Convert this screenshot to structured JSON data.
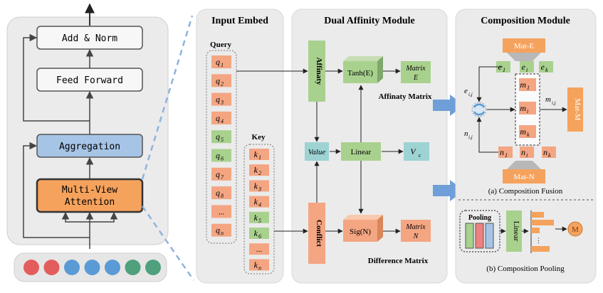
{
  "transformer": {
    "blocks": {
      "add_norm": "Add & Norm",
      "feed_forward": "Feed Forward",
      "aggregation": "Aggregation",
      "mva_line1": "Multi-View",
      "mva_line2": "Attention"
    },
    "token_colors": [
      "#e35d5d",
      "#e35d5d",
      "#5b9bd5",
      "#5b9bd5",
      "#5b9bd5",
      "#4fa07c",
      "#4fa07c"
    ]
  },
  "input_embed": {
    "title": "Input Embed",
    "query_label": "Query",
    "query": [
      {
        "base": "q",
        "sub": "1",
        "color": "orange"
      },
      {
        "base": "q",
        "sub": "2",
        "color": "orange"
      },
      {
        "base": "q",
        "sub": "3",
        "color": "orange"
      },
      {
        "base": "q",
        "sub": "4",
        "color": "orange"
      },
      {
        "base": "q",
        "sub": "5",
        "color": "green"
      },
      {
        "base": "q",
        "sub": "6",
        "color": "green"
      },
      {
        "base": "q",
        "sub": "7",
        "color": "orange"
      },
      {
        "base": "q",
        "sub": "8",
        "color": "orange"
      },
      {
        "base": "...",
        "sub": "",
        "color": "orange"
      },
      {
        "base": "q",
        "sub": "n",
        "color": "orange"
      }
    ],
    "key_label": "Key",
    "key": [
      {
        "base": "k",
        "sub": "1",
        "color": "orange"
      },
      {
        "base": "k",
        "sub": "2",
        "color": "orange"
      },
      {
        "base": "k",
        "sub": "3",
        "color": "orange"
      },
      {
        "base": "k",
        "sub": "4",
        "color": "orange"
      },
      {
        "base": "k",
        "sub": "5",
        "color": "green"
      },
      {
        "base": "k",
        "sub": "6",
        "color": "green"
      },
      {
        "base": "...",
        "sub": "",
        "color": "orange"
      },
      {
        "base": "k",
        "sub": "n",
        "color": "orange"
      }
    ]
  },
  "dual_affinity": {
    "title": "Dual Affinity Module",
    "affinity": "Affinaty",
    "conflict": "Conflict",
    "tanh": "Tanh(E)",
    "sig": "Sig(N)",
    "linear": "Linear",
    "value": "Value",
    "vc_base": "V",
    "vc_sub": "c",
    "matrix_e_l1": "Matrix",
    "matrix_e_l2": "E",
    "matrix_n_l1": "Matrix",
    "matrix_n_l2": "N",
    "affinity_caption": "Affinaty Matrix",
    "difference_caption": "Difference Matrix"
  },
  "composition": {
    "title": "Composition Module",
    "mat_e": "Mat-E",
    "mat_n": "Mat-N",
    "mat_m": "Mat-M",
    "e_row": [
      {
        "base": "e",
        "sub": "1"
      },
      {
        "base": "e",
        "sub": "i"
      },
      {
        "base": "e",
        "sub": "k"
      }
    ],
    "n_row": [
      {
        "base": "n",
        "sub": "1"
      },
      {
        "base": "n",
        "sub": "i"
      },
      {
        "base": "n",
        "sub": "k"
      }
    ],
    "m_col": [
      {
        "base": "m",
        "sub": "1"
      },
      {
        "base": "m",
        "sub": "i"
      },
      {
        "base": "m",
        "sub": "k"
      }
    ],
    "eij": {
      "base": "e",
      "sub": "i,j"
    },
    "nij": {
      "base": "n",
      "sub": "i,j"
    },
    "mij": {
      "base": "m",
      "sub": "i,j"
    },
    "fusion_caption": "(a) Composition Fusion",
    "pooling": "Pooling",
    "linear": "Linear",
    "pooling_caption": "(b) Composition Pooling"
  },
  "colors": {
    "panel_bg": "#ebebeb",
    "orange": "#f4a582",
    "orange_strong": "#f5a25d",
    "green": "#a9d18e",
    "blue_block": "#a6c4e6",
    "teal_cell": "#9dd3d3",
    "arrow_blue": "#6f9fd8"
  }
}
